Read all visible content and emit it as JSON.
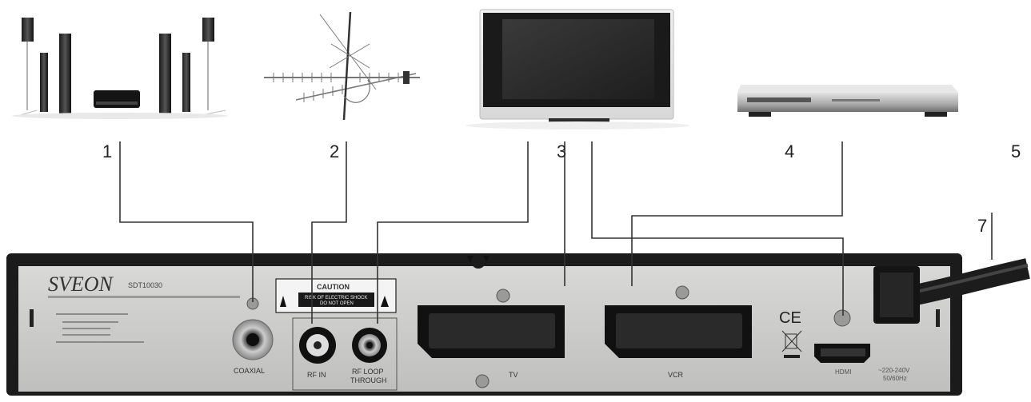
{
  "callouts": {
    "n1": "1",
    "n2": "2",
    "n3": "3",
    "n4": "4",
    "n5": "5",
    "n7": "7"
  },
  "receiver": {
    "brand": "SVEON",
    "model": "SDT10030",
    "caution_title": "CAUTION",
    "caution_line1": "RISK OF ELECTRIC SHOCK",
    "caution_line2": "DO NOT OPEN",
    "port_coaxial": "COAXIAL",
    "port_rf_in": "RF IN",
    "port_rf_loop_1": "RF LOOP",
    "port_rf_loop_2": "THROUGH",
    "port_tv": "TV",
    "port_vcr": "VCR",
    "port_hdmi": "HDMI",
    "power_line1": "~220-240V",
    "power_line2": "50/60Hz",
    "ce_mark": "CE"
  },
  "colors": {
    "panel": "#c9c9c7",
    "chassis": "#1b1b1b",
    "wire": "#333333"
  }
}
